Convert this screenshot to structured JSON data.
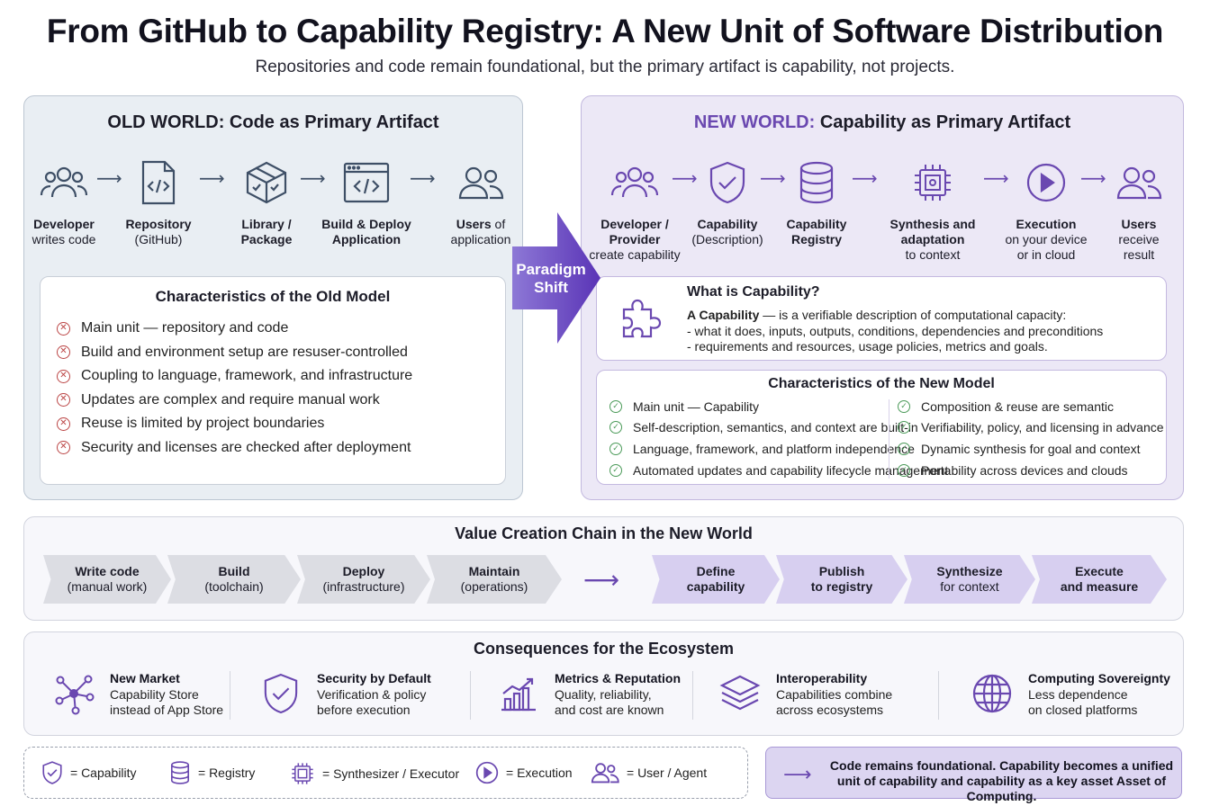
{
  "title": "From GitHub to Capability Registry: A New Unit of Software Distribution",
  "subtitle": "Repositories and code remain foundational, but the primary artifact is capability, not projects.",
  "old_world": {
    "title": "OLD WORLD: Code as Primary Artifact",
    "flow": [
      {
        "icon": "users-icon",
        "line1": "Developer",
        "line2": "writes code"
      },
      {
        "icon": "code-file-icon",
        "line1": "Repository",
        "line2": "(GitHub)"
      },
      {
        "icon": "package-box-icon",
        "line1": "Library /",
        "line2": "Package"
      },
      {
        "icon": "code-window-icon",
        "line1": "Build & Deploy",
        "line2": "Application"
      },
      {
        "icon": "users-icon",
        "line1": "Users",
        "line1_rest": " of",
        "line2": "application"
      }
    ],
    "characteristics_title": "Characteristics of the Old Model",
    "characteristics": [
      "Main unit — repository and code",
      "Build and environment setup are resuser-controlled",
      "Coupling to language, framework, and infrastructure",
      "Updates are complex and require manual work",
      "Reuse is limited by project boundaries",
      "Security and licenses are checked after deployment"
    ]
  },
  "paradigm_shift": {
    "line1": "Paradigm",
    "line2": "Shift"
  },
  "new_world": {
    "title_accent": "NEW WORLD:",
    "title_rest": " Capability as Primary Artifact",
    "flow": [
      {
        "icon": "users-icon",
        "line1": "Developer /",
        "line2": "Provider",
        "line3": "create capability"
      },
      {
        "icon": "shield-check-icon",
        "line1": "Capability",
        "line2": "(Description)",
        "line3": ""
      },
      {
        "icon": "database-icon",
        "line1": "Capability",
        "line2": "Registry",
        "line3": ""
      },
      {
        "icon": "chip-icon",
        "line1": "Synthesis and",
        "line2": "adaptation",
        "line3": "to context"
      },
      {
        "icon": "play-icon",
        "line1": "Execution",
        "line2": "on your device",
        "line3": "or in cloud"
      },
      {
        "icon": "users-icon",
        "line1": "Users",
        "line2": "receive",
        "line3": "result"
      }
    ],
    "what_is": {
      "title": "What is Capability?",
      "lead_bold": "A Capability",
      "lead_rest": " — is a verifiable description of computational capacity:",
      "line2": "- what it does, inputs, outputs, conditions, dependencies and preconditions",
      "line3": "- requirements and resources, usage policies, metrics and goals."
    },
    "characteristics_title": "Characteristics of the New Model",
    "characteristics_left": [
      "Main unit — Capability",
      "Self-description, semantics, and context are built-in",
      "Language, framework, and platform independence",
      "Automated updates and capability lifecycle management"
    ],
    "characteristics_right": [
      "Composition & reuse are semantic",
      "Verifiability, policy, and licensing in advance",
      "Dynamic synthesis for goal and context",
      "Portability across devices and clouds"
    ]
  },
  "value_chain": {
    "title": "Value Creation Chain in the New World",
    "old_steps": [
      {
        "bold": "Write code",
        "sub": "(manual work)"
      },
      {
        "bold": "Build",
        "sub": "(toolchain)"
      },
      {
        "bold": "Deploy",
        "sub": "(infrastructure)"
      },
      {
        "bold": "Maintain",
        "sub": "(operations)"
      }
    ],
    "new_steps": [
      {
        "bold": "Define",
        "sub": "capability"
      },
      {
        "bold": "Publish",
        "sub": "to registry"
      },
      {
        "bold": "Synthesize",
        "sub": "for context"
      },
      {
        "bold": "Execute",
        "sub": "and measure"
      }
    ]
  },
  "consequences": {
    "title": "Consequences for the Ecosystem",
    "items": [
      {
        "icon": "network-icon",
        "title": "New Market",
        "line1": "Capability Store",
        "line2": "instead of App Store"
      },
      {
        "icon": "shield-check-icon",
        "title": "Security by Default",
        "line1": "Verification & policy",
        "line2": "before execution"
      },
      {
        "icon": "bar-chart-icon",
        "title": "Metrics & Reputation",
        "line1": "Quality, reliability,",
        "line2": "and cost are known"
      },
      {
        "icon": "layers-icon",
        "title": "Interoperability",
        "line1": "Capabilities combine",
        "line2": "across ecosystems"
      },
      {
        "icon": "globe-icon",
        "title": "Computing Sovereignty",
        "line1": "Less dependence",
        "line2": "on closed platforms"
      }
    ]
  },
  "legend": [
    {
      "icon": "shield-check-icon",
      "label": "= Capability"
    },
    {
      "icon": "database-icon",
      "label": "= Registry"
    },
    {
      "icon": "chip-icon",
      "label": "= Synthesizer / Executor"
    },
    {
      "icon": "play-icon",
      "label": "= Execution"
    },
    {
      "icon": "users-icon",
      "label": "= User / Agent"
    }
  ],
  "note": "Code remains foundational. Capability becomes a unified unit of capability and capability as a key asset Asset of Computing.",
  "colors": {
    "accent": "#6a48b0",
    "old_icon": "#3e4f66",
    "check": "#4a9a58",
    "cross": "#bb4444"
  }
}
